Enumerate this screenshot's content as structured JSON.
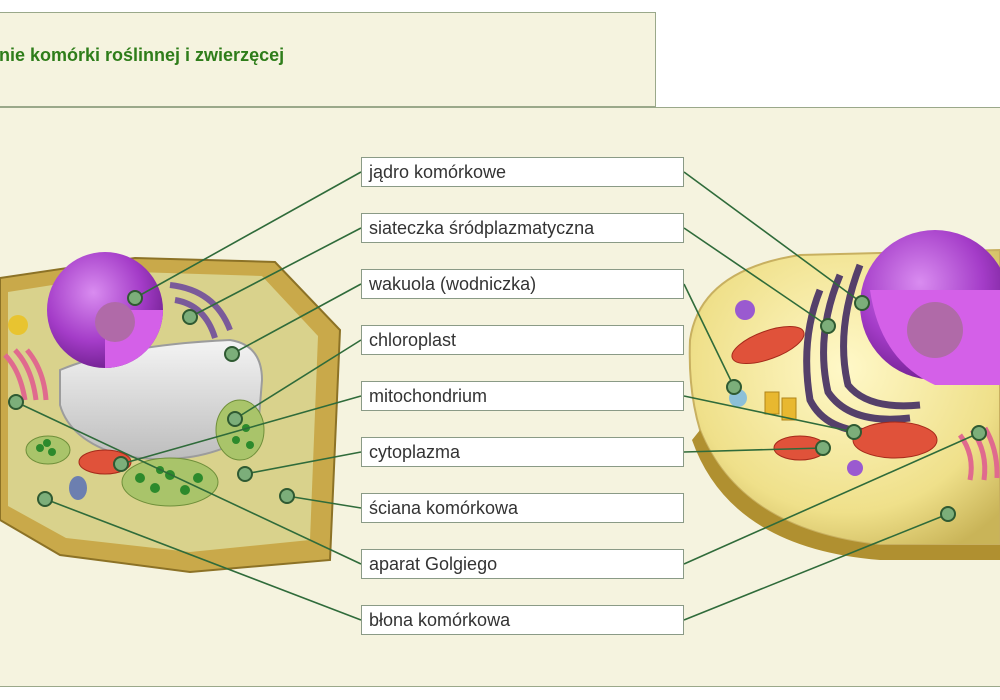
{
  "title": "nie komórki roślinnej i zwierzęcej",
  "labels": [
    "jądro komórkowe",
    "siateczka śródplazmatyczna",
    "wakuola (wodniczka)",
    "chloroplast",
    "mitochondrium",
    "cytoplazma",
    "ściana komórkowa",
    "aparat Golgiego",
    "błona komórkowa"
  ],
  "colors": {
    "title": "#2e7d1a",
    "panel_bg": "#f5f3df",
    "connector": "#2f6b3a",
    "marker": "#7cae7a"
  }
}
